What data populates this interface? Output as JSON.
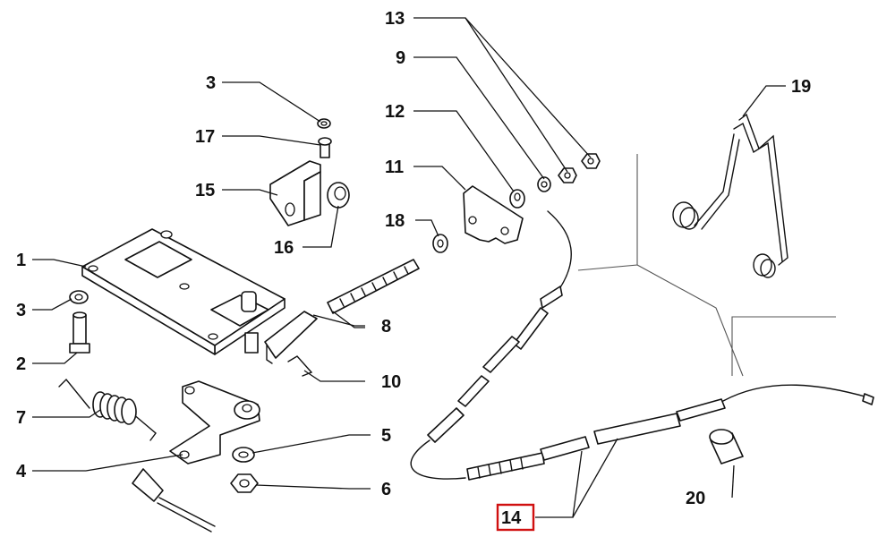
{
  "diagram": {
    "labels": {
      "p1": "1",
      "p2": "2",
      "p3a": "3",
      "p3b": "3",
      "p4": "4",
      "p5": "5",
      "p6": "6",
      "p7": "7",
      "p8": "8",
      "p9": "9",
      "p10": "10",
      "p11": "11",
      "p12": "12",
      "p13": "13",
      "p14": "14",
      "p15": "15",
      "p16": "16",
      "p17": "17",
      "p18": "18",
      "p19": "19",
      "p20": "20"
    },
    "highlighted_part": "14",
    "highlight_color": "#d01010"
  }
}
